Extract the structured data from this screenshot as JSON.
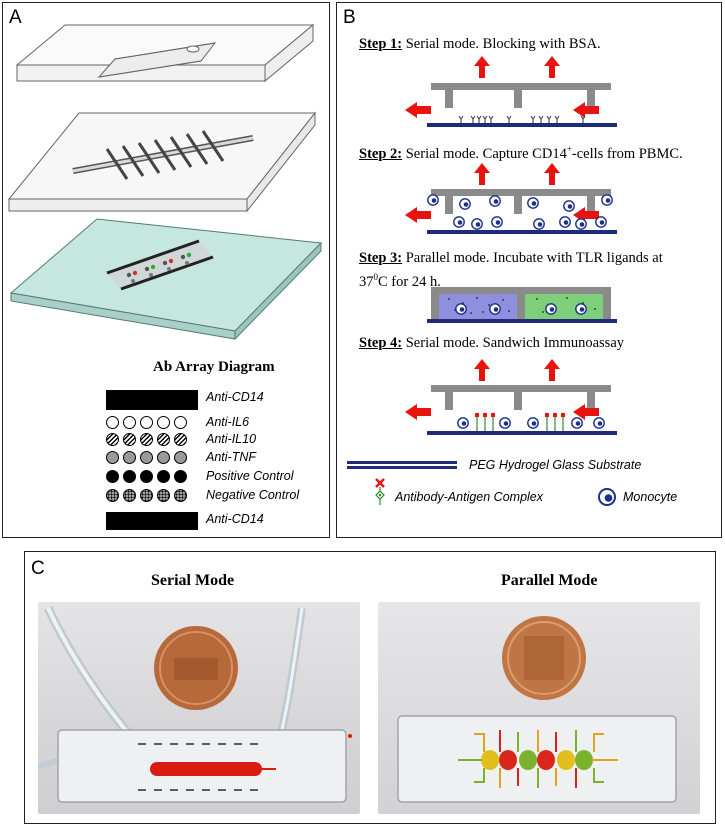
{
  "panels": {
    "a_label": "A",
    "b_label": "B",
    "c_label": "C"
  },
  "ab_array": {
    "title": "Ab Array Diagram",
    "rows": [
      {
        "label": "Anti-CD14",
        "marker": "bar"
      },
      {
        "label": "Anti-IL6",
        "marker": "open-circles"
      },
      {
        "label": "Anti-IL10",
        "marker": "hatched-circles"
      },
      {
        "label": "Anti-TNF",
        "marker": "gray-circles"
      },
      {
        "label": "Positive Control",
        "marker": "black-circles"
      },
      {
        "label": "Negative Control",
        "marker": "dotted-circles"
      },
      {
        "label": "Anti-CD14",
        "marker": "bar"
      }
    ]
  },
  "steps": [
    {
      "head": "Step 1:",
      "text": " Serial mode. Blocking with BSA."
    },
    {
      "head": "Step 2:",
      "text": " Serial mode. Capture CD14",
      "sup": "+",
      "tail": "-cells from PBMC."
    },
    {
      "head": "Step 3:",
      "text": " Parallel mode. Incubate with TLR ligands at",
      "line2": "37",
      "sup2": "0",
      "line2_tail": "C for 24 h."
    },
    {
      "head": "Step 4:",
      "text": " Serial mode. Sandwich Immunoassay"
    }
  ],
  "legend": {
    "substrate": "PEG Hydrogel Glass Substrate",
    "complex": "Antibody-Antigen Complex",
    "monocyte": "Monocyte"
  },
  "photos": {
    "serial_title": "Serial Mode",
    "parallel_title": "Parallel Mode"
  },
  "colors": {
    "arrow_red": "#e8130f",
    "channel_gray": "#8a8a8a",
    "substrate_navy": "#1f2a7a",
    "slide_green": "#bfe3dd",
    "monocyte_blue": "#1b2f8c",
    "channel_red": "#d81c10",
    "penny_copper": "#b8693a"
  }
}
